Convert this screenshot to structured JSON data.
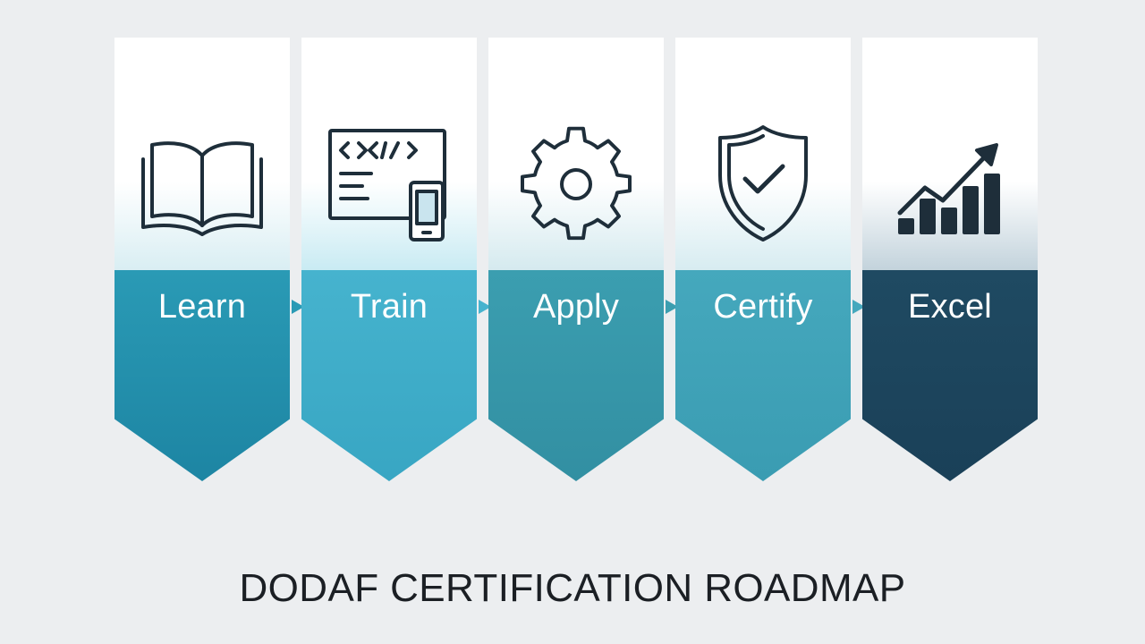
{
  "title": "DODAF CERTIFICATION ROADMAP",
  "stages": [
    {
      "label": "Learn",
      "icon": "open-book-icon",
      "base": "#2a9ab5",
      "base2": "#1d85a3",
      "fade": "#d9eef3"
    },
    {
      "label": "Train",
      "icon": "code-screen-icon",
      "base": "#46b3ce",
      "base2": "#38a6c3",
      "fade": "#c9ebf3"
    },
    {
      "label": "Apply",
      "icon": "gear-icon",
      "base": "#3b9eb0",
      "base2": "#328fa2",
      "fade": "#d5eaef"
    },
    {
      "label": "Certify",
      "icon": "shield-check-icon",
      "base": "#45a8bd",
      "base2": "#3a9cb2",
      "fade": "#d7ecf1"
    },
    {
      "label": "Excel",
      "icon": "growth-chart-icon",
      "base": "#1f4a62",
      "base2": "#1a4058",
      "fade": "#c3d3dc"
    }
  ],
  "colors": {
    "icon_stroke": "#1e2e3a",
    "connector": "#3b9eb0",
    "background": "#eceef0"
  }
}
